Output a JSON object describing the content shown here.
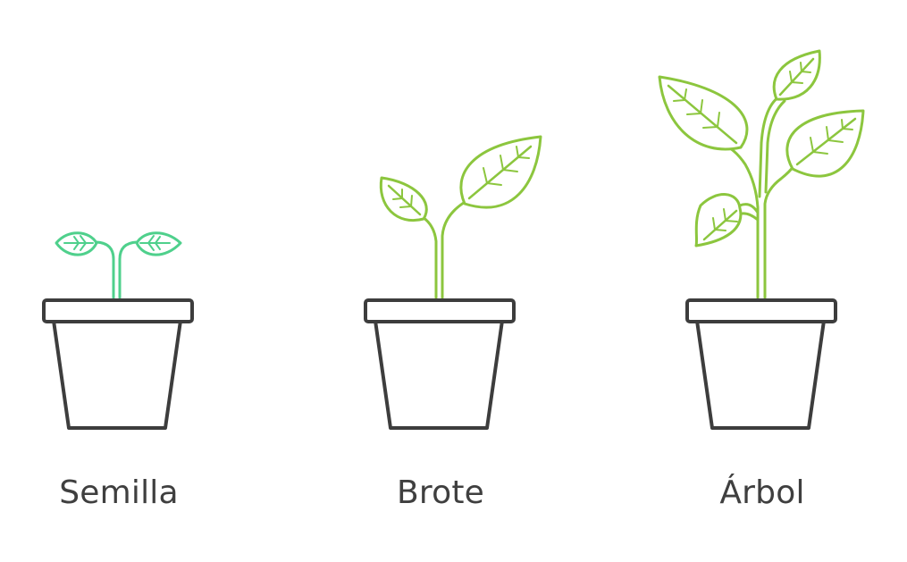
{
  "diagram": {
    "stages": [
      {
        "label": "Semilla",
        "color": "#4fd08c"
      },
      {
        "label": "Brote",
        "color": "#8cc63e"
      },
      {
        "label": "Árbol",
        "color": "#8cc63e"
      }
    ],
    "pot_color": "#3d3d3d",
    "icons": [
      "seedling-icon",
      "sprout-icon",
      "tree-icon",
      "pot-icon"
    ]
  }
}
